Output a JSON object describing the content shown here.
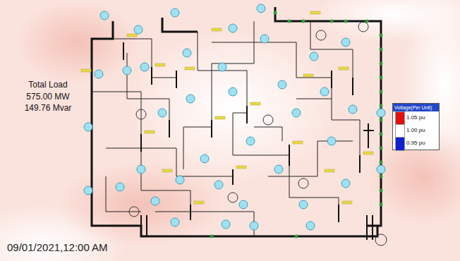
{
  "diagram": {
    "labels": [
      "Total Load",
      "575.00 MW",
      "149.76 Mvar",
      "09/01/2021,12:00 AM",
      "Voltage(Per Unit)"
    ],
    "legend": [
      {
        "text": "1.05 pu",
        "color": "#e01010"
      },
      {
        "text": "1.00 pu",
        "color": "#ffffff"
      },
      {
        "text": "0.95 pu",
        "color": "#1020d0"
      }
    ]
  }
}
